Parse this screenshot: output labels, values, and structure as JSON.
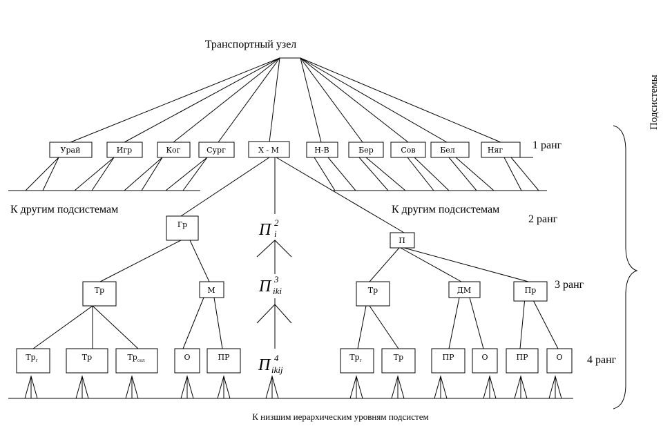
{
  "root": {
    "label": "Транспортный узел"
  },
  "rank1": {
    "nodes": [
      "Урай",
      "Игр",
      "Ког",
      "Сург",
      "Х - М",
      "Н-В",
      "Бер",
      "Сов",
      "Бел",
      "Няг"
    ],
    "rank_label": "1 ранг"
  },
  "rank2": {
    "nodes": [
      "Гр",
      "П"
    ],
    "rank_label": "2 ранг",
    "to_other_left": "К другим подсистемам",
    "to_other_right": "К другим подсистемам"
  },
  "rank3": {
    "nodes": [
      "Тр",
      "М",
      "Тр",
      "ДМ",
      "Пр"
    ],
    "rank_label": "3 ранг"
  },
  "rank4": {
    "nodes": [
      {
        "main": "Тр",
        "sub": "г"
      },
      {
        "main": "Тр",
        "sub": ""
      },
      {
        "main": "Тр",
        "sub": "сел"
      },
      {
        "main": "О",
        "sub": ""
      },
      {
        "main": "ПР",
        "sub": ""
      },
      {
        "main": "Тр",
        "sub": "г"
      },
      {
        "main": "Тр",
        "sub": ""
      },
      {
        "main": "ПР",
        "sub": ""
      },
      {
        "main": "О",
        "sub": ""
      },
      {
        "main": "ПР",
        "sub": ""
      },
      {
        "main": "О",
        "sub": ""
      }
    ],
    "rank_label": "4 ранг"
  },
  "pi_symbols": [
    {
      "base": "П",
      "sup": "2",
      "sub": "i"
    },
    {
      "base": "П",
      "sup": "3",
      "sub": "iki"
    },
    {
      "base": "П",
      "sup": "4",
      "sub": "ikij"
    }
  ],
  "subsystems_label": "Подсистемы",
  "footer": "К низшим иерархическим уровням подсистем"
}
